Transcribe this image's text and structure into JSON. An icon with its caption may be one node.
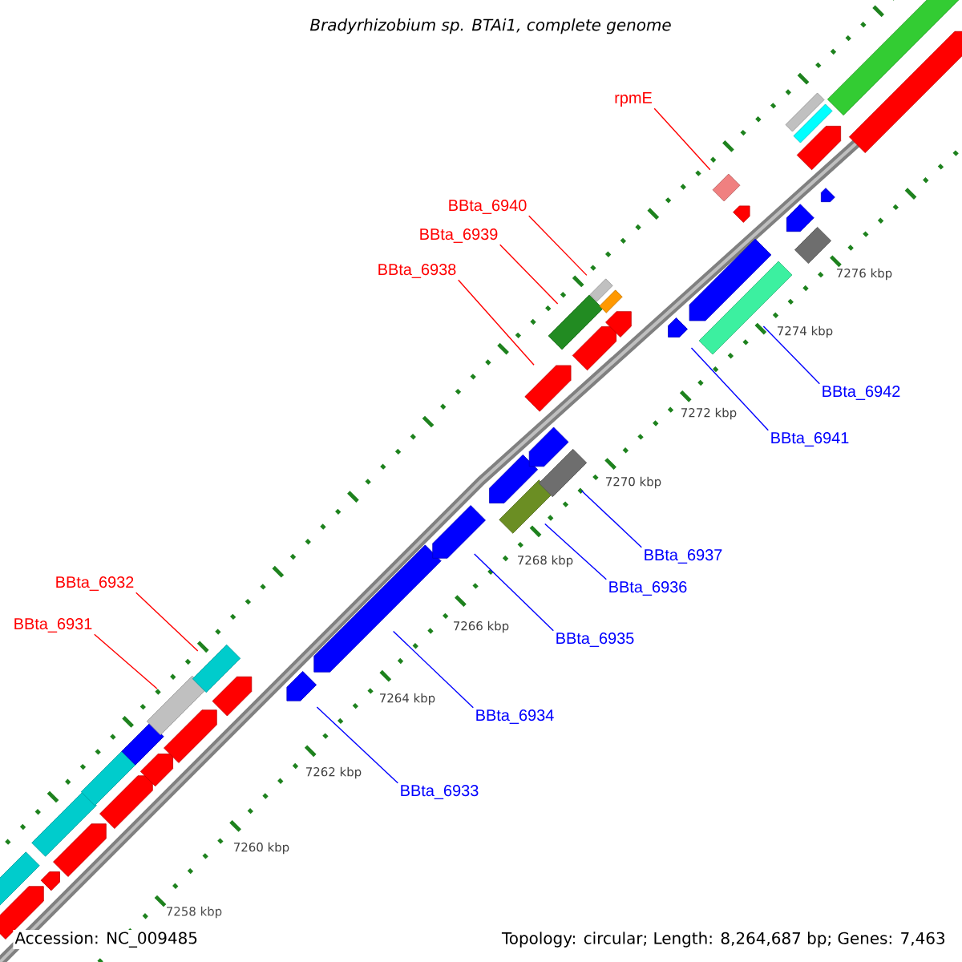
{
  "diagram": {
    "title": "Bradyrhizobium sp. BTAi1, complete genome",
    "nodes": [
      {
        "text": [
          "rpmE"
        ]
      },
      {
        "text": [
          "BBta_6940"
        ]
      },
      {
        "text": [
          "BBta_6939"
        ]
      },
      {
        "text": [
          "BBta_6938"
        ]
      },
      {
        "text": [
          "BBta_6942"
        ]
      },
      {
        "text": [
          "BBta_6941"
        ]
      },
      {
        "text": [
          "BBta_6937"
        ]
      },
      {
        "text": [
          "BBta_6936"
        ]
      },
      {
        "text": [
          "BBta_6935"
        ]
      },
      {
        "text": [
          "BBta_6934"
        ]
      },
      {
        "text": [
          "BBta_6933"
        ]
      },
      {
        "text": [
          "BBta_6932"
        ]
      },
      {
        "text": [
          "BBta_6931"
        ]
      },
      {
        "text": [],
        "shape": "bar"
      },
      {
        "text": [],
        "shape": "arrow"
      },
      {
        "text": [],
        "shape": "arrow"
      },
      {
        "text": [],
        "shape": "bar"
      },
      {
        "text": [],
        "shape": "arrow"
      },
      {
        "text": [],
        "shape": "bar"
      },
      {
        "text": [],
        "shape": "arrow"
      },
      {
        "text": [],
        "shape": "bar"
      },
      {
        "text": [],
        "shape": "arrow"
      },
      {
        "text": [],
        "shape": "bar"
      },
      {
        "text": [],
        "shape": "arrow"
      },
      {
        "text": [],
        "shape": "bar"
      },
      {
        "text": [],
        "shape": "arrow"
      },
      {
        "text": [],
        "shape": "arrow"
      },
      {
        "text": [],
        "shape": "arrow"
      },
      {
        "text": [],
        "shape": "arrow"
      },
      {
        "text": [],
        "shape": "arrow"
      },
      {
        "text": [],
        "shape": "bar"
      },
      {
        "text": [],
        "shape": "arrow"
      },
      {
        "text": [],
        "shape": "arrow"
      },
      {
        "text": [],
        "shape": "bar"
      },
      {
        "text": [],
        "shape": "bar"
      },
      {
        "text": [],
        "shape": "arrow"
      },
      {
        "text": [],
        "shape": "bar"
      },
      {
        "text": [],
        "shape": "bar"
      },
      {
        "text": [],
        "shape": "arrow"
      },
      {
        "text": [],
        "shape": "arrow"
      },
      {
        "text": [],
        "shape": "bar"
      },
      {
        "text": [],
        "shape": "arrow"
      },
      {
        "text": [],
        "shape": "arrow"
      },
      {
        "text": [],
        "shape": "bar"
      },
      {
        "text": [],
        "shape": "arrow"
      },
      {
        "text": [],
        "shape": "bar"
      },
      {
        "text": [],
        "shape": "bar"
      },
      {
        "text": [],
        "shape": "bar"
      },
      {
        "text": [],
        "shape": "arrow"
      },
      {
        "text": [],
        "shape": "arrow"
      },
      {
        "text": [],
        "shape": "bar"
      },
      {
        "text": [],
        "shape": "arrow"
      }
    ],
    "edges": [
      {
        "from": 0,
        "to": 40,
        "arrow": "none",
        "color": "#ff0000"
      },
      {
        "from": 1,
        "to": 36,
        "arrow": "none",
        "color": "#ff0000"
      },
      {
        "from": 2,
        "to": 34,
        "arrow": "none",
        "color": "#ff0000"
      },
      {
        "from": 3,
        "to": 32,
        "arrow": "none",
        "color": "#ff0000"
      },
      {
        "from": 4,
        "to": 43,
        "arrow": "none"
      },
      {
        "from": 5,
        "to": 39,
        "arrow": "none"
      },
      {
        "from": 6,
        "to": 33,
        "arrow": "none"
      },
      {
        "from": 7,
        "to": 30,
        "arrow": "none"
      },
      {
        "from": 8,
        "to": 28,
        "arrow": "none"
      },
      {
        "from": 9,
        "to": 27,
        "arrow": "none"
      },
      {
        "from": 10,
        "to": 26,
        "arrow": "none"
      },
      {
        "from": 11,
        "to": 24,
        "arrow": "none",
        "color": "#ff0000"
      },
      {
        "from": 12,
        "to": 22,
        "arrow": "none",
        "color": "#ff0000"
      }
    ],
    "labels": [
      "7276 kbp",
      "7274 kbp",
      "7272 kbp",
      "7270 kbp",
      "7268 kbp",
      "7266 kbp",
      "7264 kbp",
      "7262 kbp",
      "7260 kbp",
      "7258 kbp",
      "Accession: NC_009485",
      "Topology: circular; Length: 8,264,687 bp; Genes: 7,463"
    ]
  }
}
